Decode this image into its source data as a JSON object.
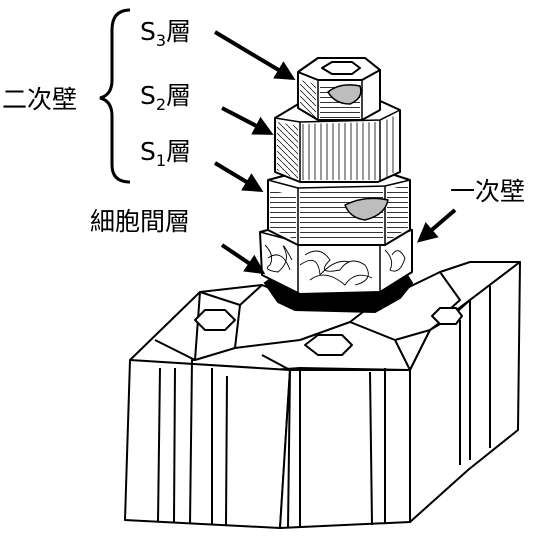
{
  "labels": {
    "secondary_wall": "二次壁",
    "s3_base": "S",
    "s3_sub": "3",
    "s3_suffix": "層",
    "s2_base": "S",
    "s2_sub": "2",
    "s2_suffix": "層",
    "s1_base": "S",
    "s1_sub": "1",
    "s1_suffix": "層",
    "primary_wall": "一次壁",
    "middle_lamella": "細胞間層"
  }
}
